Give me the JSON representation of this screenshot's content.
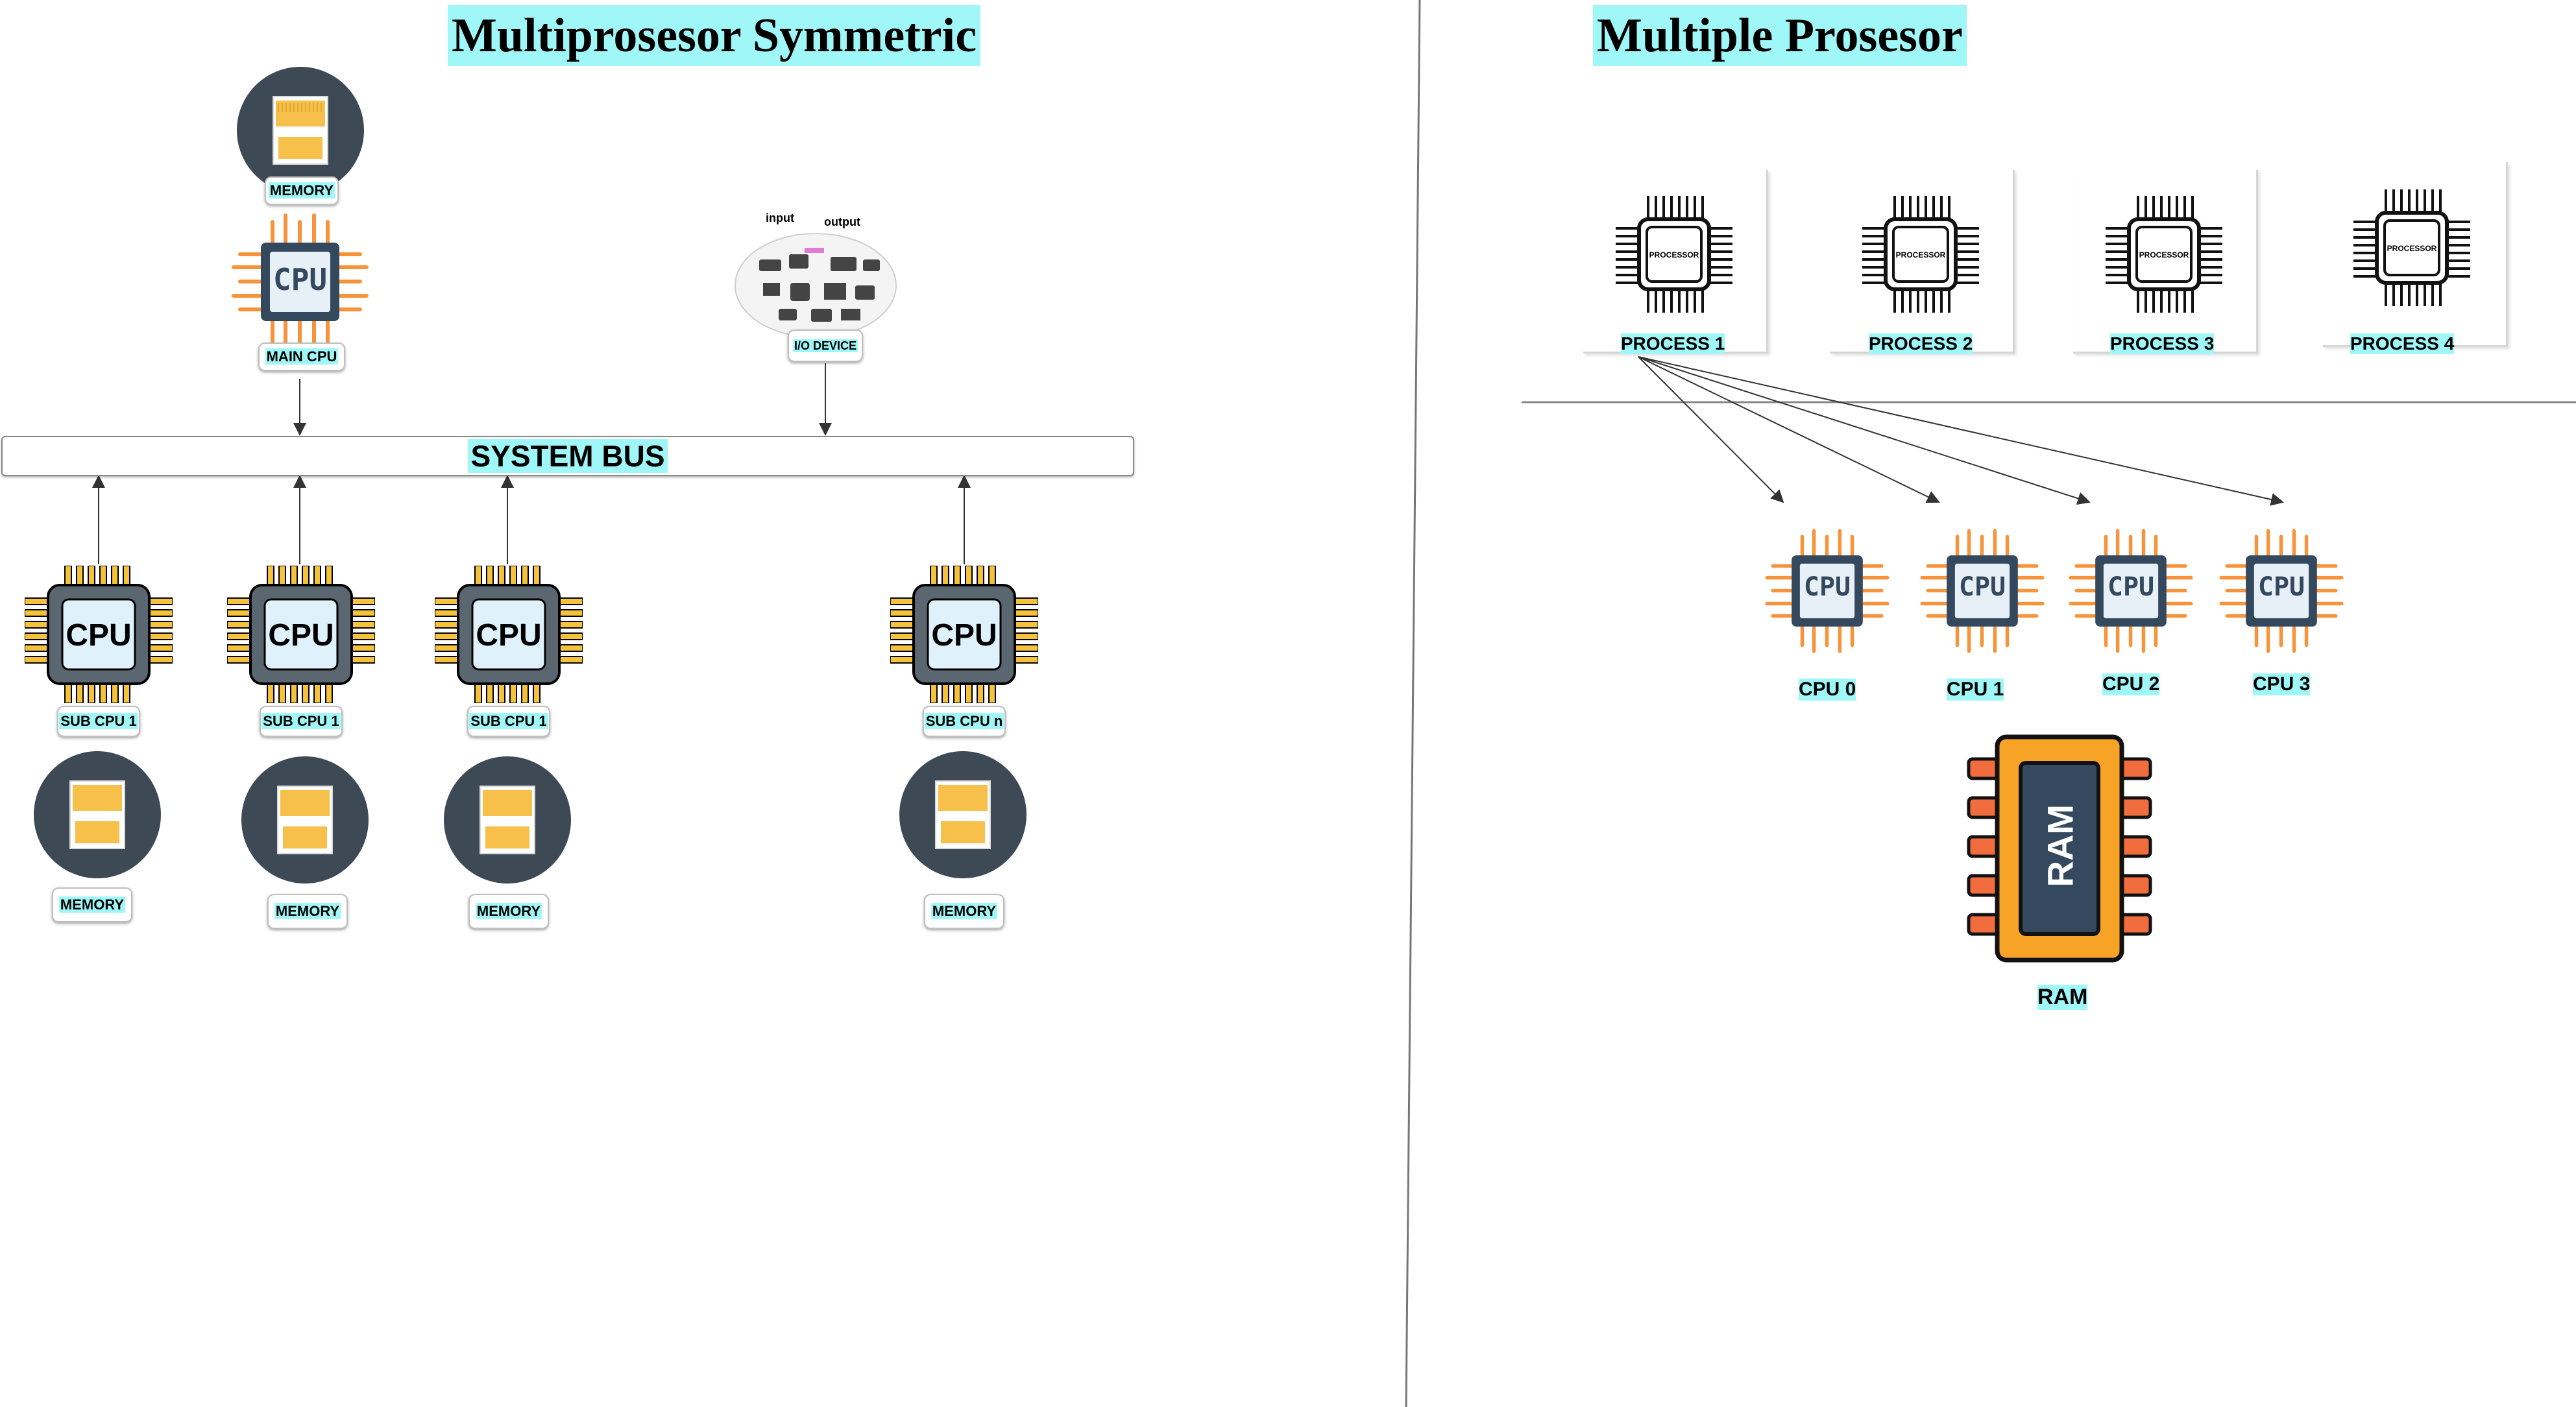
{
  "left": {
    "title": "Multiprosesor Symmetric",
    "top_memory_label": "MEMORY",
    "main_cpu_label": "MAIN CPU",
    "io_device_label": "I/O DEVICE",
    "io_input_label": "input",
    "io_output_label": "output",
    "bus_label": "SYSTEM BUS",
    "chip_text": "CPU",
    "sub_cpus": [
      {
        "label": "SUB CPU 1",
        "memory": "MEMORY"
      },
      {
        "label": "SUB CPU 1",
        "memory": "MEMORY"
      },
      {
        "label": "SUB CPU 1",
        "memory": "MEMORY"
      },
      {
        "label": "SUB CPU n",
        "memory": "MEMORY"
      }
    ]
  },
  "right": {
    "title": "Multiple Prosesor",
    "processor_chip_text": "PROCESSOR",
    "processes": [
      "PROCESS 1",
      "PROCESS 2",
      "PROCESS 3",
      "PROCESS 4"
    ],
    "cpus": [
      "CPU 0",
      "CPU 1",
      "CPU 2",
      "CPU 3"
    ],
    "cpu_chip_text": "CPU",
    "ram_chip_text": "RAM",
    "ram_label": "RAM"
  },
  "colors": {
    "highlight": "#9ff7f7",
    "orange": "#f7943b",
    "chip_dark": "#34495e",
    "memory_circle": "#3d4955",
    "memory_card": "#f6c04a",
    "gold_pins": "#f5c23c",
    "ram_body": "#f7a325"
  }
}
